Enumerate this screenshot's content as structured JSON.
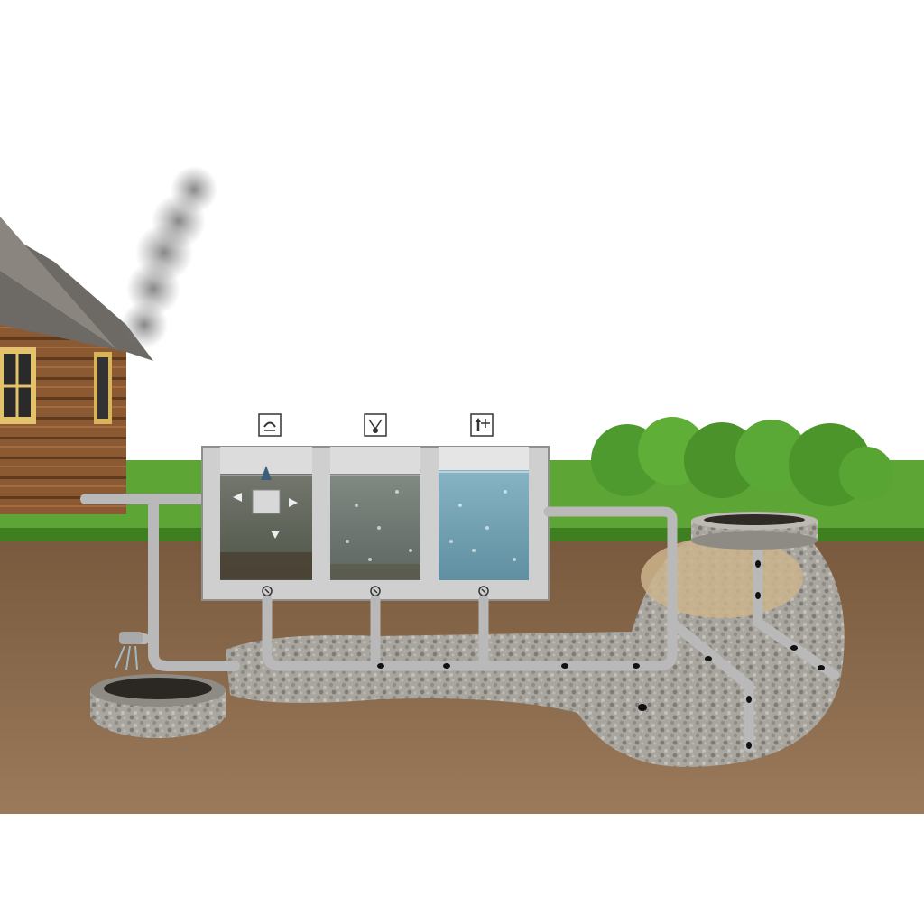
{
  "diagram": {
    "caption_text": "",
    "colors": {
      "sky": "#ffffff",
      "grass": "#4f9a2a",
      "soil": "#8a6a4b",
      "gravel": "#a8a59f",
      "concrete": "#c9c9c9",
      "pipe": "#b8b8b8",
      "water_clean": "#7fa7b6",
      "water_dirty": "#6f7466"
    },
    "chambers": [
      {
        "icon": "shower-icon",
        "bottom_mark": "valve-icon"
      },
      {
        "icon": "aeration-icon",
        "bottom_mark": "valve-icon"
      },
      {
        "icon": "pump-icon",
        "bottom_mark": "valve-icon"
      }
    ],
    "components": [
      "log-house",
      "chimney-smoke",
      "inlet-pipe",
      "septic-tank",
      "outlet-pipe",
      "filtration-well",
      "drainage-field",
      "gravel-bed",
      "bushes",
      "sludge-pit"
    ]
  }
}
